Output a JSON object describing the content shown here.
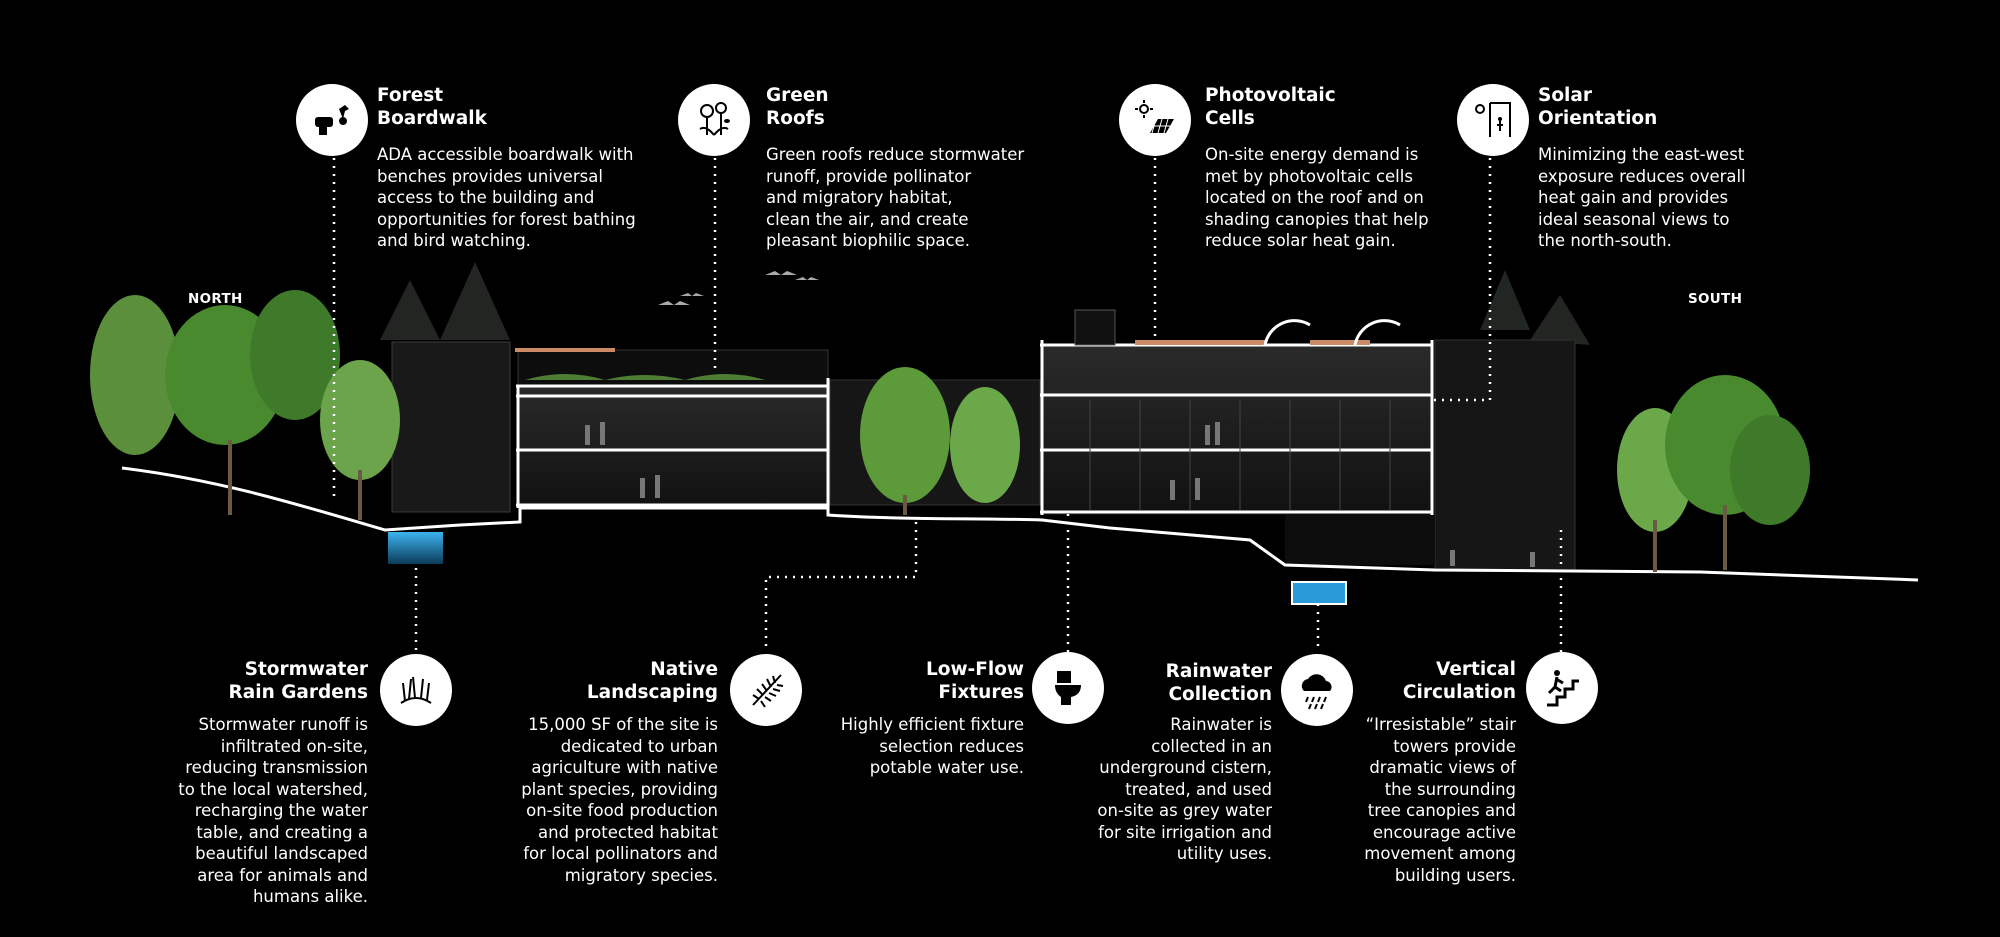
{
  "compass": {
    "north": "NORTH",
    "south": "SOUTH"
  },
  "features": {
    "forest_boardwalk": {
      "title": "Forest\nBoardwalk",
      "desc": "ADA accessible boardwalk with\nbenches provides universal\naccess to the building and\nopportunities for forest bathing\nand bird watching.",
      "icon": "binoculars-bird-icon"
    },
    "green_roofs": {
      "title": "Green\nRoofs",
      "desc": "Green roofs reduce stormwater\nrunoff, provide pollinator\nand migratory habitat,\nclean the air, and create\npleasant biophilic space.",
      "icon": "flowers-bee-icon"
    },
    "photovoltaic": {
      "title": "Photovoltaic\nCells",
      "desc": "On-site energy demand is\nmet by photovoltaic cells\nlocated on the roof and on\nshading canopies that help\nreduce solar heat gain.",
      "icon": "solar-panel-icon"
    },
    "solar_orientation": {
      "title": "Solar\nOrientation",
      "desc": "Minimizing the east-west\nexposure reduces overall\nheat gain and provides\nideal seasonal views to\nthe north-south.",
      "icon": "sun-window-icon"
    },
    "stormwater": {
      "title": "Stormwater\nRain Gardens",
      "desc": "Stormwater runoff is\ninfiltrated on-site,\nreducing transmission\nto the local watershed,\nrecharging the water\ntable, and creating a\nbeautiful landscaped\narea for animals and\nhumans alike.",
      "icon": "grass-icon"
    },
    "native_landscaping": {
      "title": "Native\nLandscaping",
      "desc": "15,000 SF of the site is\ndedicated to urban\nagriculture with native\nplant species, providing\non-site food production\nand protected habitat\nfor local pollinators and\nmigratory species.",
      "icon": "fern-leaf-icon"
    },
    "low_flow": {
      "title": "Low-Flow\nFixtures",
      "desc": "Highly efficient fixture\nselection reduces\npotable water use.",
      "icon": "toilet-icon"
    },
    "rainwater": {
      "title": "Rainwater\nCollection",
      "desc": "Rainwater is\ncollected in an\nunderground cistern,\ntreated, and used\non-site as grey water\nfor site irrigation and\nutility uses.",
      "icon": "rain-cloud-icon"
    },
    "vertical_circulation": {
      "title": "Vertical\nCirculation",
      "desc": "“Irresistable” stair\ntowers provide\ndramatic views of\nthe surrounding\ntree canopies and\nencourage active\nmovement among\nbuilding users.",
      "icon": "stairs-person-icon"
    }
  },
  "colors": {
    "background": "#000000",
    "tree_green": "#5a9a3c",
    "water": "#2a9bd6",
    "building": "#1c1c1c",
    "panels": "#c98a64"
  }
}
